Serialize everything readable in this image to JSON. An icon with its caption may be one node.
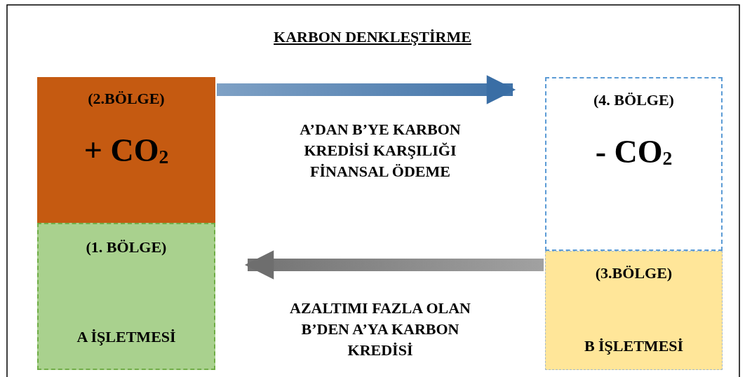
{
  "diagram": {
    "title": "KARBON DENKLEŞTİRME",
    "nodes": [
      {
        "text": [
          "(2.BÖLGE)",
          "+ CO$_{2}$"
        ]
      },
      {
        "text": [
          "(1. BÖLGE)",
          "A İŞLETMESİ"
        ]
      },
      {
        "text": [
          "(4. BÖLGE)",
          "- CO$_{2}$"
        ]
      },
      {
        "text": [
          "(3.BÖLGE)",
          "B İŞLETMESİ"
        ]
      }
    ],
    "edges": [
      {
        "from": 0,
        "to": 2,
        "arrow": "to",
        "label": "A’DAN B’YE KARBON KREDİSİ KARŞILIĞI FİNANSAL ÖDEME",
        "color": "#3a6ea5"
      },
      {
        "from": 3,
        "to": 1,
        "arrow": "to",
        "label": "AZALTIMI FAZLA OLAN B’DEN A’YA KARBON KREDİSİ",
        "color": "#6e6e6e"
      }
    ]
  }
}
